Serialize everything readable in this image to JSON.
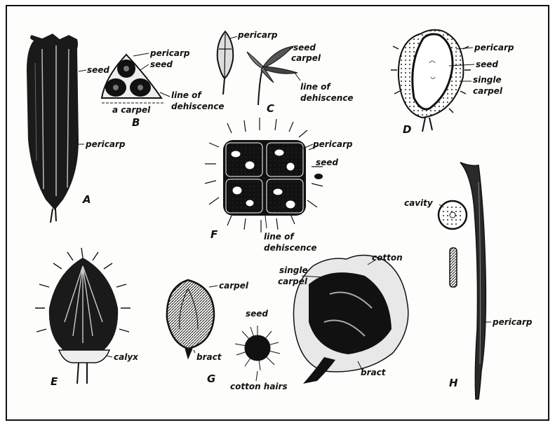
{
  "fruits": {
    "A": {
      "letter": "A",
      "labels": {
        "seed": "seed",
        "pericarp": "pericarp"
      }
    },
    "B": {
      "letter": "B",
      "labels": {
        "pericarp": "pericarp",
        "seed": "seed",
        "dehiscence_1": "line of",
        "dehiscence_2": "dehiscence",
        "carpel": "a carpel"
      }
    },
    "C": {
      "letter": "C",
      "labels": {
        "pericarp": "pericarp",
        "seed": "seed",
        "carpel": "carpel",
        "dehiscence_1": "line of",
        "dehiscence_2": "dehiscence"
      }
    },
    "D": {
      "letter": "D",
      "labels": {
        "pericarp": "pericarp",
        "seed": "seed",
        "single_carpel_1": "single",
        "single_carpel_2": "carpel"
      }
    },
    "E": {
      "letter": "E",
      "labels": {
        "calyx": "calyx"
      }
    },
    "F": {
      "letter": "F",
      "labels": {
        "pericarp": "pericarp",
        "seed": "seed",
        "dehiscence_1": "line of",
        "dehiscence_2": "dehiscence"
      }
    },
    "G": {
      "letter": "G",
      "labels": {
        "carpel": "carpel",
        "bract": "bract",
        "seed": "seed",
        "cotton_hairs": "cotton hairs",
        "single_carpel_1": "single",
        "single_carpel_2": "carpel",
        "cotton": "cotton",
        "bract_2": "bract"
      }
    },
    "H": {
      "letter": "H",
      "labels": {
        "cavity": "cavity",
        "pericarp": "pericarp"
      }
    }
  }
}
